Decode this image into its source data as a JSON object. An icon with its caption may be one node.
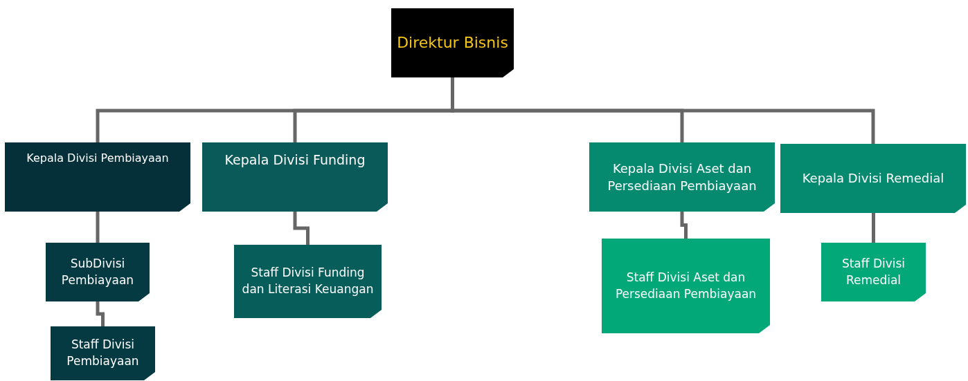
{
  "diagram": {
    "nodes": [
      {
        "text": [
          "Direktur Bisnis"
        ]
      },
      {
        "text": [
          "Kepala Divisi Pembiayaan"
        ]
      },
      {
        "text": [
          "Kepala Divisi Funding"
        ]
      },
      {
        "text": [
          "Kepala Divisi Aset dan Persediaan Pembiayaan"
        ]
      },
      {
        "text": [
          "Kepala Divisi Remedial"
        ]
      },
      {
        "text": [
          "SubDivisi Pembiayaan"
        ]
      },
      {
        "text": [
          "Staff Divisi Pembiayaan"
        ]
      },
      {
        "text": [
          "Staff Divisi Funding dan Literasi Keuangan"
        ]
      },
      {
        "text": [
          "Staff Divisi Aset dan Persediaan Pembiayaan"
        ]
      },
      {
        "text": [
          "Staff Divisi Remedial"
        ]
      }
    ],
    "edges": [
      {
        "from": 0,
        "to": 1,
        "arrow": "none"
      },
      {
        "from": 0,
        "to": 2,
        "arrow": "none"
      },
      {
        "from": 0,
        "to": 3,
        "arrow": "none"
      },
      {
        "from": 0,
        "to": 4,
        "arrow": "none"
      },
      {
        "from": 1,
        "to": 5,
        "arrow": "none"
      },
      {
        "from": 5,
        "to": 6,
        "arrow": "none"
      },
      {
        "from": 2,
        "to": 7,
        "arrow": "none"
      },
      {
        "from": 3,
        "to": 8,
        "arrow": "none"
      },
      {
        "from": 4,
        "to": 9,
        "arrow": "none"
      }
    ]
  }
}
